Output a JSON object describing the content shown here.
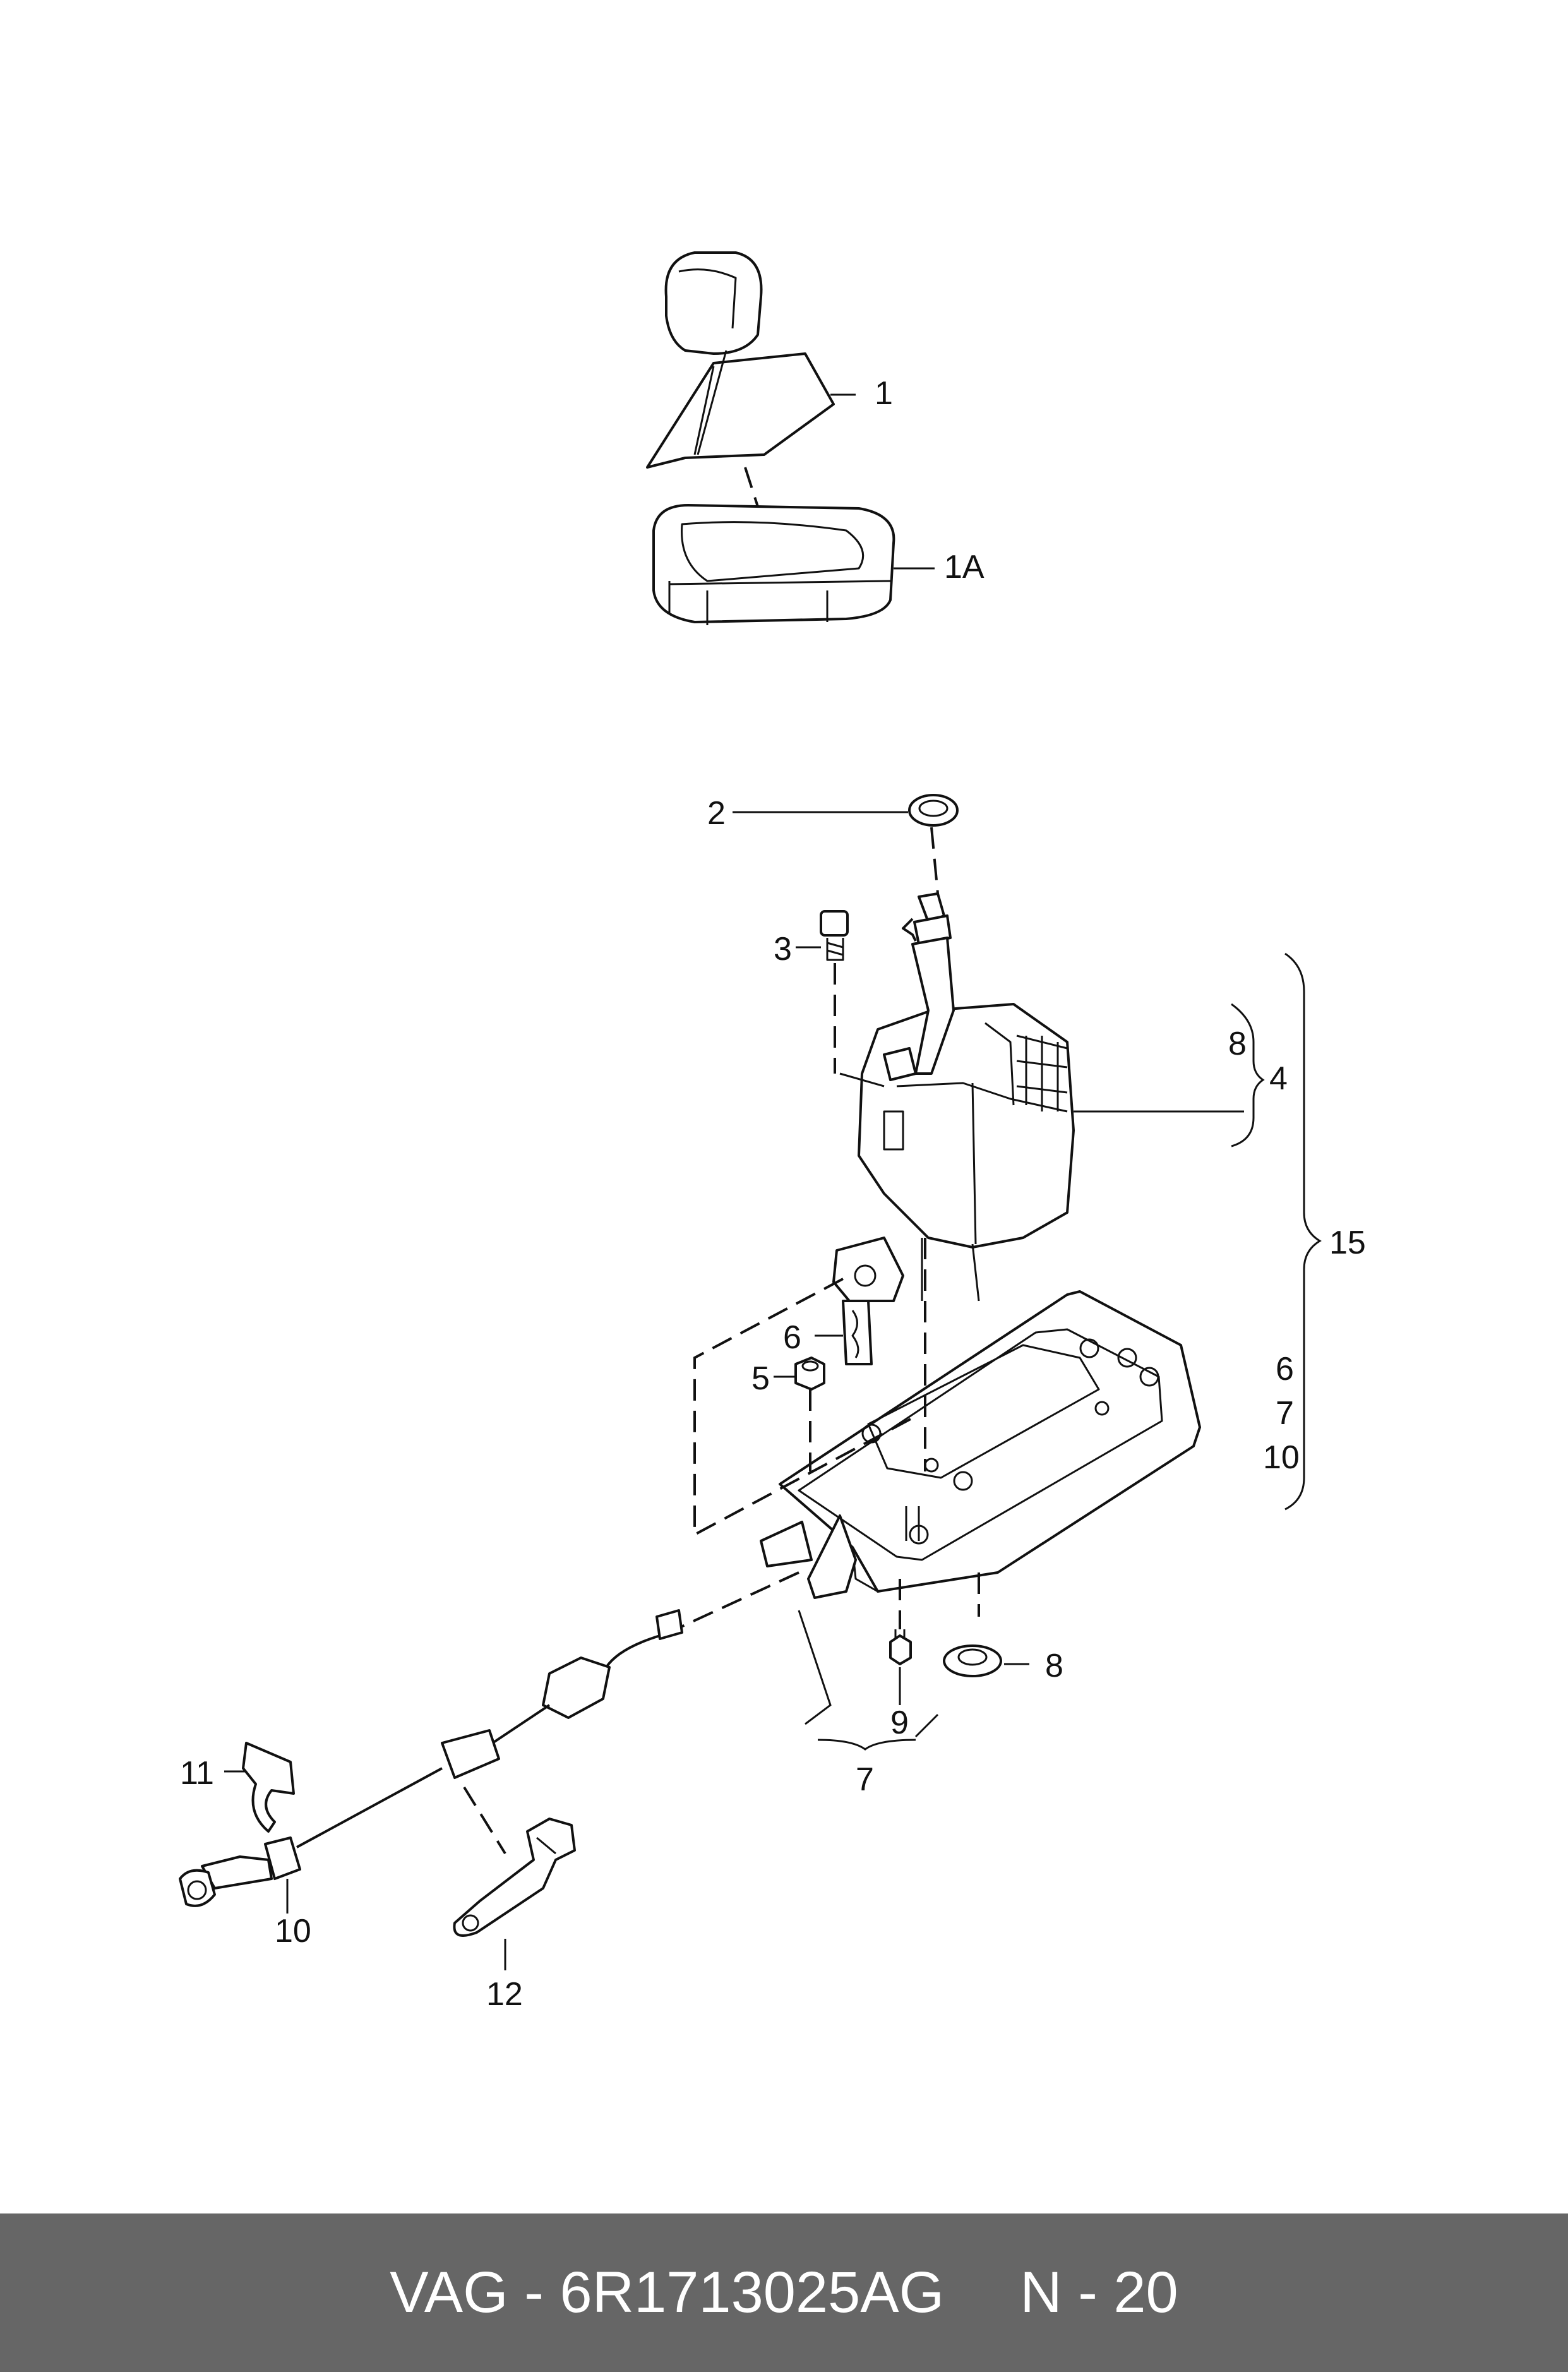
{
  "callouts": {
    "c1": "1",
    "c1a": "1A",
    "c2": "2",
    "c3": "3",
    "c8a": "8",
    "c4": "4",
    "c15": "15",
    "c6a": "6",
    "c5": "5",
    "c6b": "6",
    "c7a": "7",
    "c10a": "10",
    "c8b": "8",
    "c9": "9",
    "c7b": "7",
    "c11": "11",
    "c10b": "10",
    "c12": "12"
  },
  "footer": {
    "brand_part": "VAG - 6R1713025AG",
    "page_ref": "N - 20"
  },
  "colors": {
    "footer_bg": "#666666",
    "footer_text": "#ffffff",
    "line": "#111111"
  }
}
